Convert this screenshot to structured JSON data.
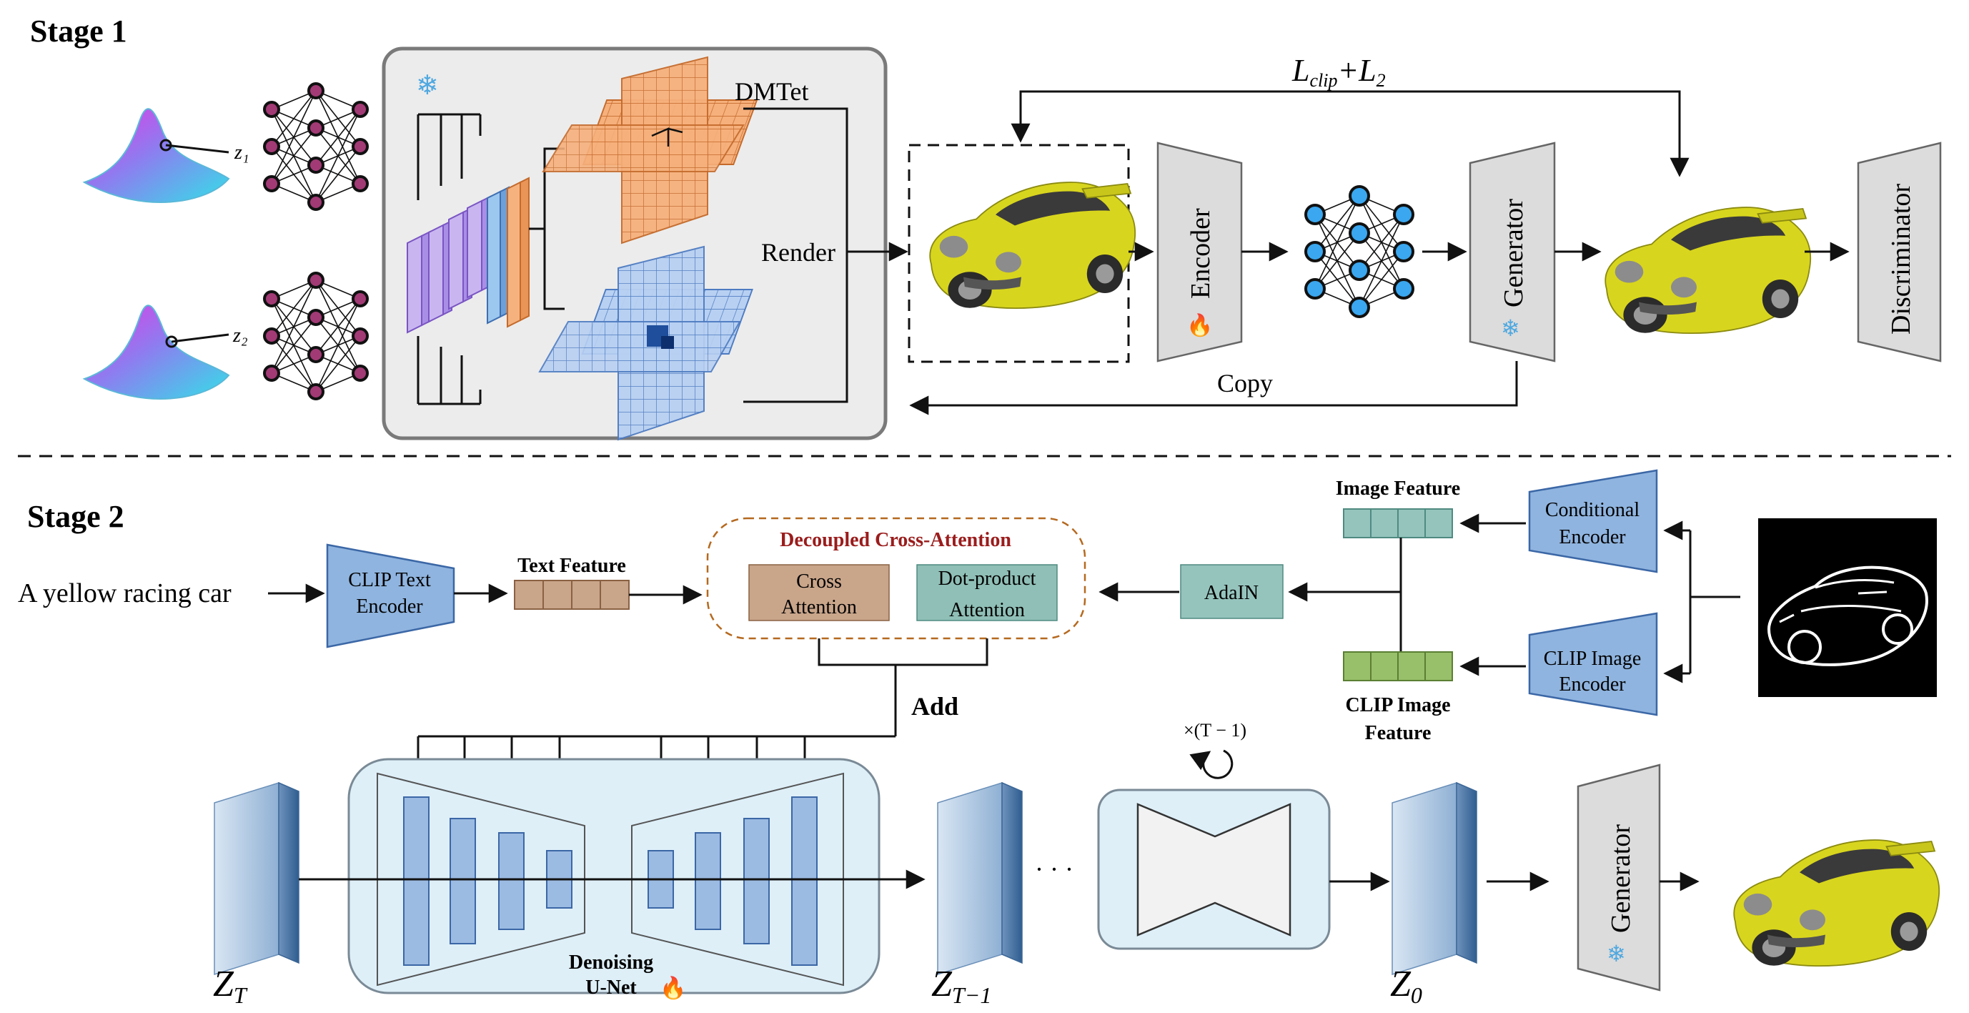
{
  "stage1": {
    "title": "Stage 1",
    "z1_label": "z₁",
    "z2_label": "z₂",
    "dmtet_label": "DMTet",
    "render_label": "Render",
    "encoder_label": "Encoder",
    "generator_label": "Generator",
    "discriminator_label": "Discriminator",
    "loss_main": "L",
    "loss_sub1": "clip",
    "loss_plus": "+L",
    "loss_sub2": "2",
    "copy_label": "Copy"
  },
  "stage2": {
    "title": "Stage 2",
    "prompt_text": "A yellow racing car",
    "clip_text_encoder_line1": "CLIP Text",
    "clip_text_encoder_line2": "Encoder",
    "text_feature_label": "Text Feature",
    "decoupled_label": "Decoupled Cross-Attention",
    "cross_attention_line1": "Cross",
    "cross_attention_line2": "Attention",
    "dot_product_line1": "Dot-product",
    "dot_product_line2": "Attention",
    "adain_label": "AdaIN",
    "image_feature_label": "Image Feature",
    "conditional_encoder_line1": "Conditional",
    "conditional_encoder_line2": "Encoder",
    "clip_image_encoder_line1": "CLIP Image",
    "clip_image_encoder_line2": "Encoder",
    "clip_image_feature_line1": "CLIP Image",
    "clip_image_feature_line2": "Feature",
    "add_label": "Add",
    "unet_line1": "Denoising",
    "unet_line2": "U-Net",
    "zt_main": "Z",
    "zt_sub": "T",
    "zt1_main": "Z",
    "zt1_sub": "T−1",
    "z0_main": "Z",
    "z0_sub": "0",
    "loop_label": "×(T − 1)",
    "dots": "· · ·",
    "generator_label": "Generator"
  },
  "colors": {
    "encoder_blue": "#8fb4df",
    "feature_brown": "#c9a58a",
    "dot_product_teal": "#8fbfb6",
    "adain_teal": "#95c4bd",
    "clip_feature_green": "#98c06a",
    "unet_bg": "#deeff8",
    "car_yellow": "#d8d51e",
    "gray_block": "#dcdcdc",
    "decoupled_title": "#9b1c1c"
  }
}
